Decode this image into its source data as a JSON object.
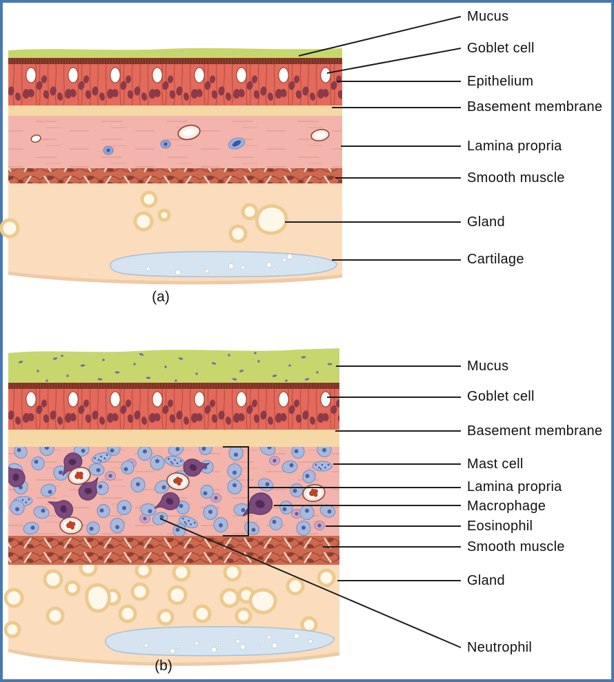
{
  "figure": {
    "description": "Tissue cross-section diagram, two panels",
    "panels": {
      "a": {
        "caption": "(a)",
        "labels": [
          "Mucus",
          "Goblet cell",
          "Epithelium",
          "Basement membrane",
          "Lamina propria",
          "Smooth muscle",
          "Gland",
          "Cartilage"
        ]
      },
      "b": {
        "caption": "(b)",
        "labels": [
          "Mucus",
          "Goblet cell",
          "Basement membrane",
          "Mast cell",
          "Lamina propria",
          "Macrophage",
          "Eosinophil",
          "Smooth muscle",
          "Gland",
          "Neutrophil"
        ]
      }
    },
    "colors": {
      "frame": "#4a78b0",
      "mucus": "#c8d66e",
      "mucus_specks": "#66779f",
      "cilia": "#9a4433",
      "epithelium": "#e36a5c",
      "epithelium_nucleus": "#8d3a48",
      "goblet_cell": "#ffffff",
      "basement_membrane": "#f5d8a4",
      "lamina_propria": "#f2b4ac",
      "smooth_muscle": "#cd6950",
      "submucosa": "#fbdcbc",
      "gland_ring": "#ecca90",
      "gland_center": "#fdf8ea",
      "cartilage": "#d6e4f2",
      "leukocyte_blue": "#a9b9dd",
      "macrophage_purple": "#7c4a7e",
      "eosinophil_granules": "#bf4427",
      "label_text": "#111111",
      "leader_line": "#1c1c1c"
    }
  }
}
